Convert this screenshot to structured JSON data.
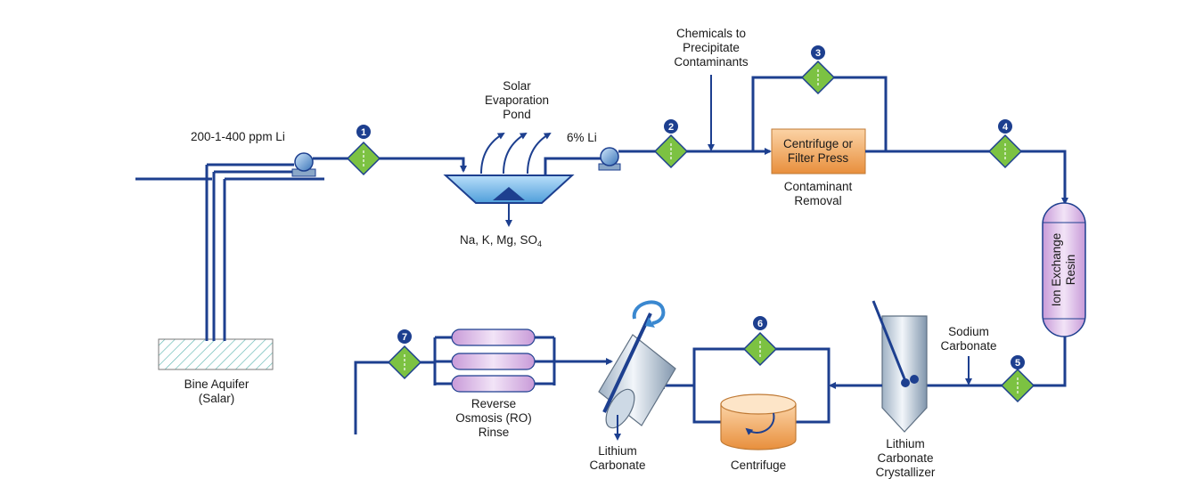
{
  "colors": {
    "pipe": "#1d3f8f",
    "diamond": "#7cc242",
    "badge": "#1d3f8f",
    "centrifuge_box": "#f0a35c",
    "resin": "#d8b6e6",
    "water": "#7fbfe8"
  },
  "labels": {
    "aquifer_line1": "Bine Aquifer",
    "aquifer_line2": "(Salar)",
    "feed_concentration": "200-1-400 ppm Li",
    "pond_line1": "Solar",
    "pond_line2": "Evaporation",
    "pond_line3": "Pond",
    "pond_output": "Na, K, Mg, SO",
    "pond_output_sub": "4",
    "concentrated": "6% Li",
    "chemicals_line1": "Chemicals to",
    "chemicals_line2": "Precipitate",
    "chemicals_line3": "Contaminants",
    "filter_line1": "Centrifuge or",
    "filter_line2": "Filter Press",
    "removal_line1": "Contaminant",
    "removal_line2": "Removal",
    "resin_line1": "Ion Exchange",
    "resin_line2": "Resin",
    "sodium_line1": "Sodium",
    "sodium_line2": "Carbonate",
    "crystallizer_line1": "Lithium",
    "crystallizer_line2": "Carbonate",
    "crystallizer_line3": "Crystallizer",
    "centrifuge": "Centrifuge",
    "product_line1": "Lithium",
    "product_line2": "Carbonate",
    "ro_line1": "Reverse",
    "ro_line2": "Osmosis (RO)",
    "ro_line3": "Rinse"
  },
  "sample_points": [
    "1",
    "2",
    "3",
    "4",
    "5",
    "6",
    "7"
  ],
  "icons": [
    "pump-icon",
    "sample-point-icon",
    "evaporation-arrow-icon",
    "rotation-arrow-icon"
  ]
}
